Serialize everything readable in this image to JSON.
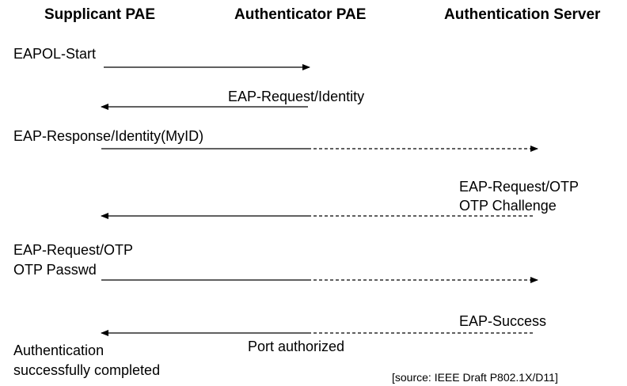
{
  "entities": {
    "supplicant": "Supplicant PAE",
    "authenticator": "Authenticator PAE",
    "server": "Authentication Server"
  },
  "messages": {
    "eapol_start": "EAPOL-Start",
    "eap_request_identity": "EAP-Request/Identity",
    "eap_response_identity": "EAP-Response/Identity(MyID)",
    "otp_request_to_supplicant": [
      "EAP-Request/OTP",
      "OTP Challenge"
    ],
    "otp_response_to_server": [
      "EAP-Request/OTP",
      "OTP Passwd"
    ],
    "eap_success": "EAP-Success",
    "port_authorized": "Port authorized",
    "completion": [
      "Authentication",
      "successfully completed"
    ]
  },
  "source_note": "[source: IEEE Draft P802.1X/D11]",
  "colors": {
    "line": "#000000",
    "text": "#000000",
    "background": "#ffffff"
  }
}
